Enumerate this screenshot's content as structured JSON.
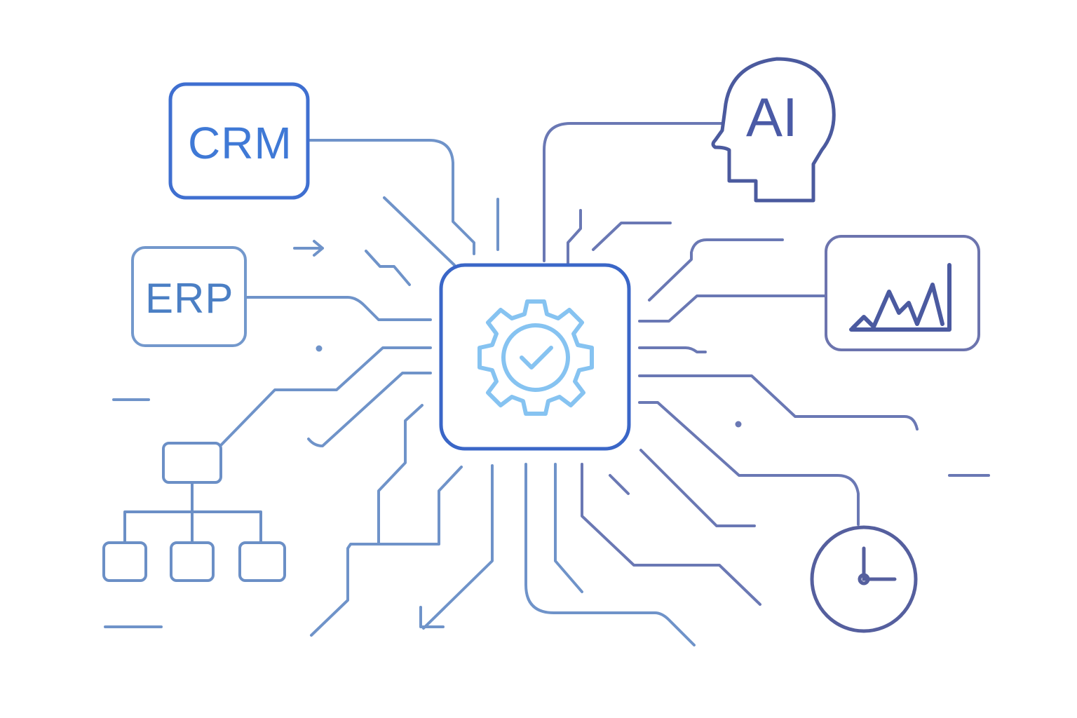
{
  "nodes": {
    "crm": {
      "label": "CRM",
      "icon": "crm-box"
    },
    "erp": {
      "label": "ERP",
      "icon": "erp-box"
    },
    "ai": {
      "label": "AI",
      "icon": "ai-head-icon"
    },
    "hub": {
      "icon": "gear-check-icon"
    },
    "analytics": {
      "icon": "line-chart-icon"
    },
    "hierarchy": {
      "icon": "org-chart-icon"
    },
    "time": {
      "icon": "clock-icon"
    }
  },
  "colors": {
    "crm": "#3f6fd0",
    "erp": "#6f95c9",
    "ai": "#4b5a9e",
    "hub_border": "#3a66c7",
    "gear": "#86c3f1",
    "trace_left": "#6b8fc6",
    "trace_right": "#6a76b3",
    "chart": "#4b5aa0",
    "org": "#6b8fc6",
    "clock": "#555f9e"
  }
}
